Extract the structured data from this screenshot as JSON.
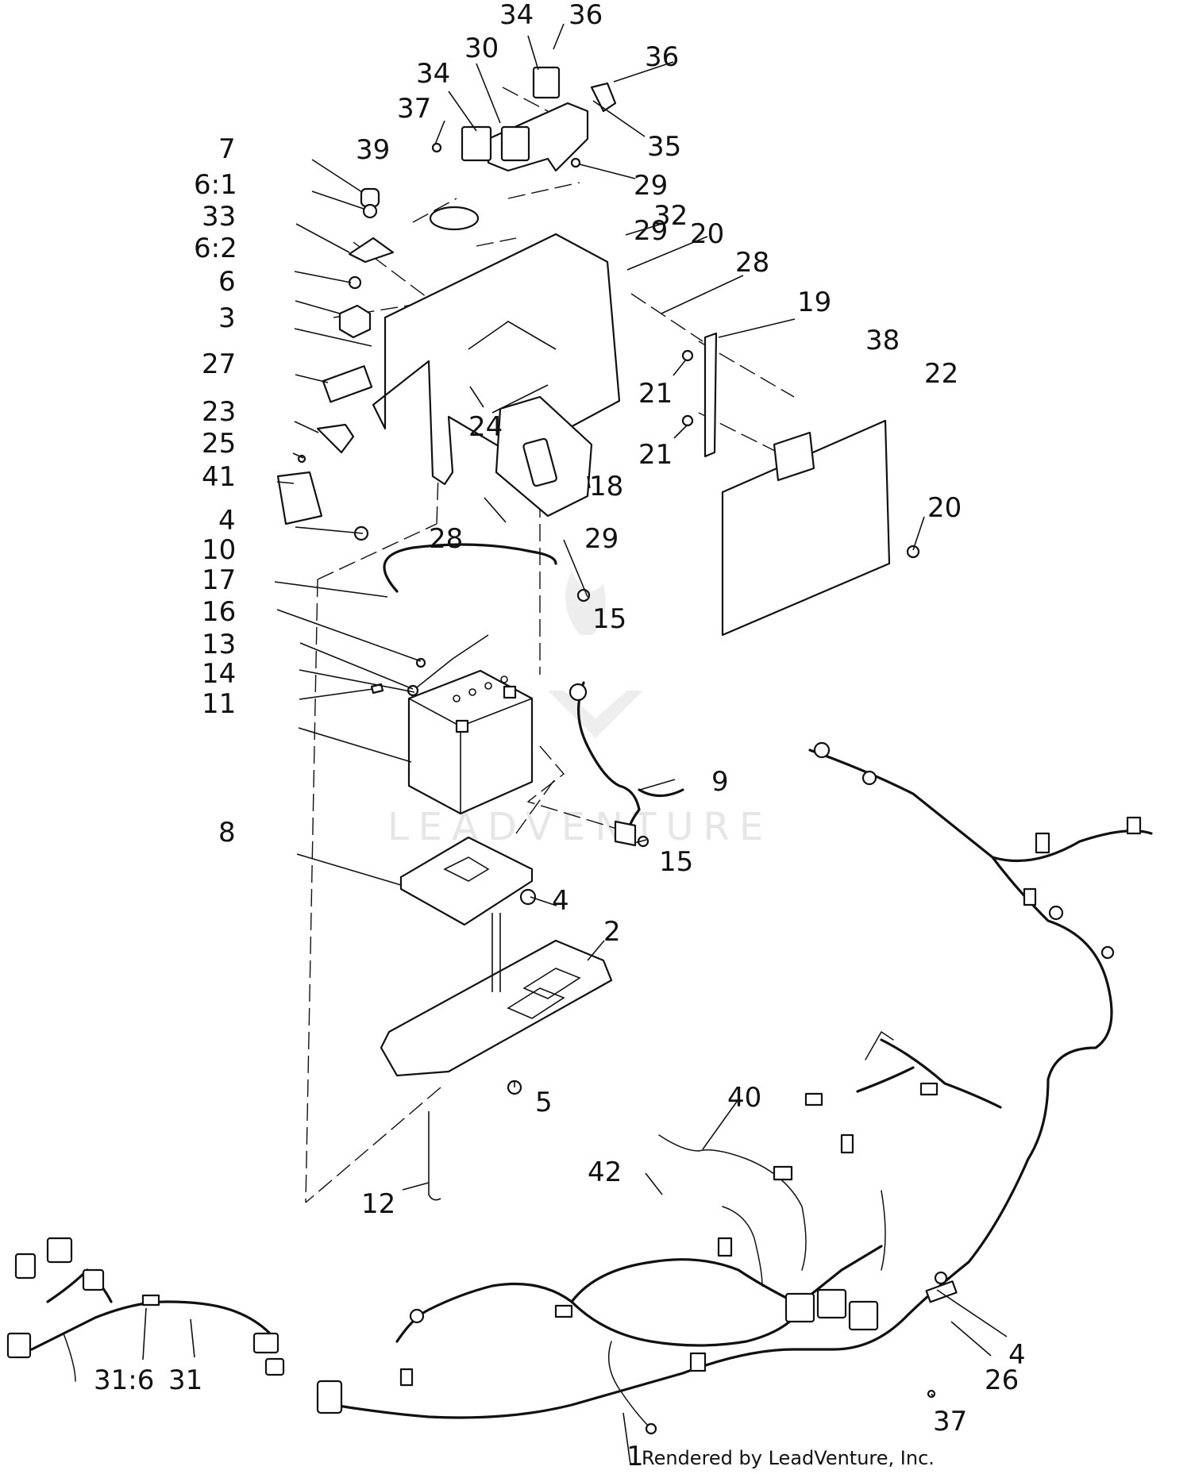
{
  "callouts": [
    "34",
    "36",
    "30",
    "34",
    "36",
    "37",
    "35",
    "29",
    "7",
    "39",
    "29",
    "6:1",
    "32",
    "20",
    "33",
    "28",
    "6:2",
    "19",
    "6",
    "3",
    "38",
    "22",
    "27",
    "21",
    "24",
    "23",
    "21",
    "25",
    "18",
    "41",
    "20",
    "4",
    "28",
    "29",
    "10",
    "15",
    "17",
    "16",
    "13",
    "14",
    "11",
    "9",
    "8",
    "15",
    "4",
    "2",
    "5",
    "40",
    "12",
    "42",
    "4",
    "26",
    "31:6",
    "31",
    "37",
    "1"
  ],
  "footer_text": "Rendered by LeadVenture, Inc.",
  "watermark_text": "LEADVENTURE"
}
